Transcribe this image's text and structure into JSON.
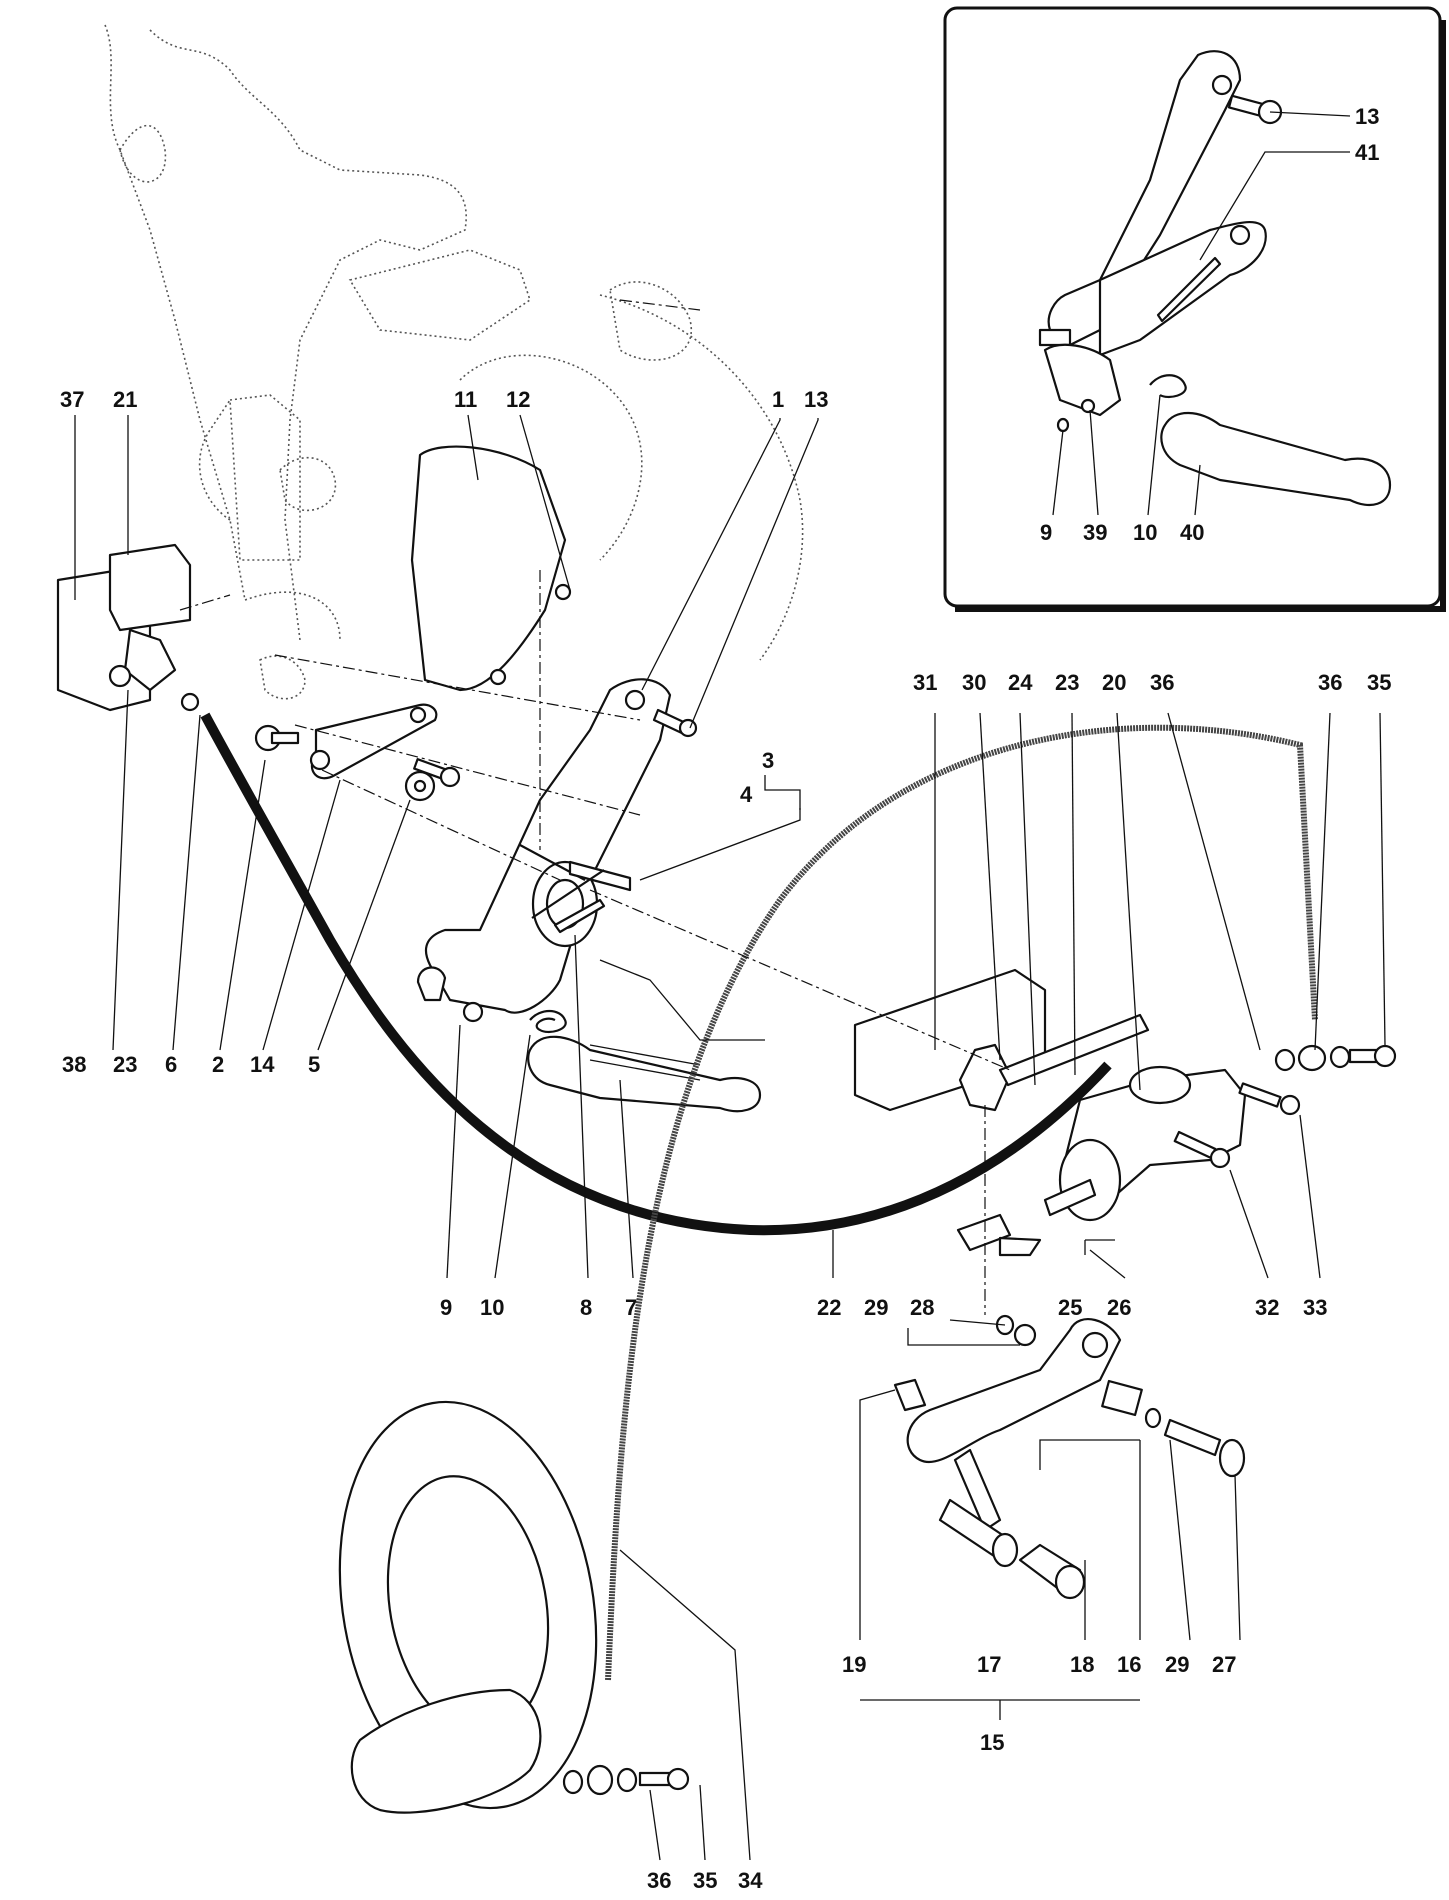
{
  "diagram": {
    "callouts": {
      "main": [
        "37",
        "21",
        "11",
        "12",
        "1",
        "13",
        "3",
        "4",
        "38",
        "23",
        "6",
        "2",
        "14",
        "5",
        "9",
        "10",
        "8",
        "7",
        "22",
        "31",
        "30",
        "24",
        "23",
        "20",
        "36",
        "36",
        "35",
        "32",
        "33",
        "25",
        "26",
        "29",
        "28",
        "19",
        "17",
        "18",
        "16",
        "29",
        "27",
        "15",
        "36",
        "35",
        "34"
      ],
      "inset": [
        "13",
        "41",
        "9",
        "39",
        "10",
        "40"
      ]
    }
  }
}
